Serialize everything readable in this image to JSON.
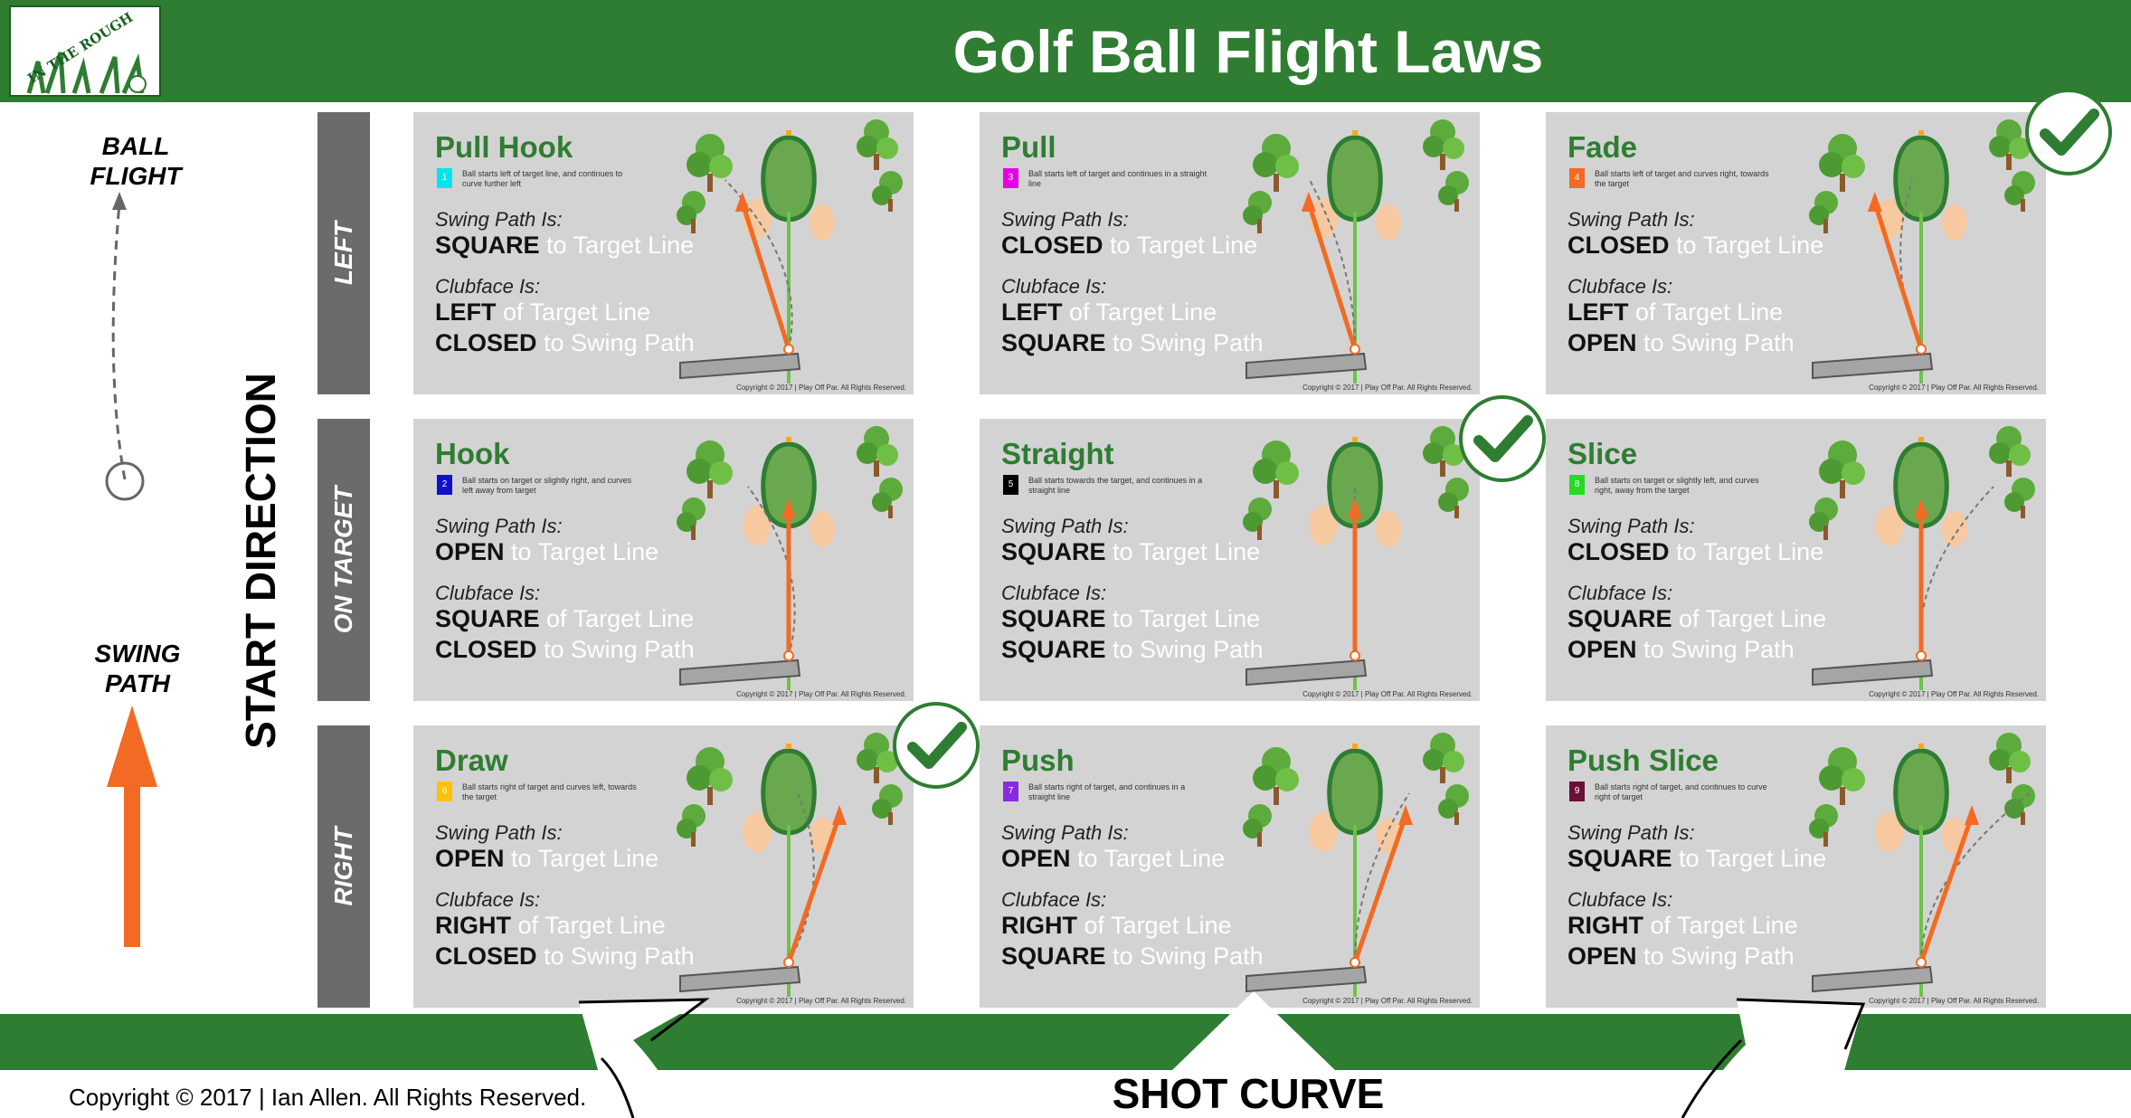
{
  "header": {
    "title": "Golf Ball Flight Laws",
    "logo_text": "IN THE ROUGH"
  },
  "legend": {
    "ball_flight": [
      "BALL",
      "FLIGHT"
    ],
    "swing_path": [
      "SWING",
      "PATH"
    ]
  },
  "axis": {
    "start_direction": "START DIRECTION",
    "shot_curve": "SHOT CURVE",
    "rows": [
      "LEFT",
      "ON TARGET",
      "RIGHT"
    ]
  },
  "labels": {
    "swing_path_is": "Swing Path Is:",
    "clubface_is": "Clubface Is:",
    "card_copyright": "Copyright © 2017 | Play Off Par. All Rights Reserved."
  },
  "colors": {
    "brand_green": "#2e7d32",
    "swing_arrow": "#f26a23",
    "row_label_bg": "#6b6b6b",
    "card_bg": "#d3d3d3"
  },
  "cards": [
    {
      "title": "Pull Hook",
      "num": "1",
      "color": "#00e5ee",
      "desc": "Ball starts left of target line, and continues to curve further left",
      "sp_key": "SQUARE",
      "sp_rest": "to Target Line",
      "cf1_key": "LEFT",
      "cf1_rest": "of Target Line",
      "cf2_key": "CLOSED",
      "cf2_rest": "to Swing Path",
      "check": false
    },
    {
      "title": "Pull",
      "num": "3",
      "color": "#e600e6",
      "desc": "Ball starts left of target and continues in a straight line",
      "sp_key": "CLOSED",
      "sp_rest": "to Target Line",
      "cf1_key": "LEFT",
      "cf1_rest": "of Target Line",
      "cf2_key": "SQUARE",
      "cf2_rest": "to Swing Path",
      "check": false
    },
    {
      "title": "Fade",
      "num": "4",
      "color": "#f26a23",
      "desc": "Ball starts left of target and curves right, towards the target",
      "sp_key": "CLOSED",
      "sp_rest": "to Target Line",
      "cf1_key": "LEFT",
      "cf1_rest": "of Target Line",
      "cf2_key": "OPEN",
      "cf2_rest": "to Swing Path",
      "check": true
    },
    {
      "title": "Hook",
      "num": "2",
      "color": "#1010cc",
      "desc": "Ball starts on target or slightly right, and curves left away from target",
      "sp_key": "OPEN",
      "sp_rest": "to Target Line",
      "cf1_key": "SQUARE",
      "cf1_rest": "of Target Line",
      "cf2_key": "CLOSED",
      "cf2_rest": "to Swing Path",
      "check": false
    },
    {
      "title": "Straight",
      "num": "5",
      "color": "#000000",
      "desc": "Ball starts towards the target, and continues in a straight line",
      "sp_key": "SQUARE",
      "sp_rest": "to Target Line",
      "cf1_key": "SQUARE",
      "cf1_rest": "to Target Line",
      "cf2_key": "SQUARE",
      "cf2_rest": "to Swing Path",
      "check": true
    },
    {
      "title": "Slice",
      "num": "8",
      "color": "#22dd22",
      "desc": "Ball starts on target or slightly left, and curves right, away from the target",
      "sp_key": "CLOSED",
      "sp_rest": "to Target Line",
      "cf1_key": "SQUARE",
      "cf1_rest": "of Target Line",
      "cf2_key": "OPEN",
      "cf2_rest": "to Swing Path",
      "check": false
    },
    {
      "title": "Draw",
      "num": "6",
      "color": "#ffc107",
      "desc": "Ball starts right of target and curves left, towards the target",
      "sp_key": "OPEN",
      "sp_rest": "to Target Line",
      "cf1_key": "RIGHT",
      "cf1_rest": "of Target Line",
      "cf2_key": "CLOSED",
      "cf2_rest": "to Swing Path",
      "check": true
    },
    {
      "title": "Push",
      "num": "7",
      "color": "#8a2be2",
      "desc": "Ball starts right of target, and continues in a straight line",
      "sp_key": "OPEN",
      "sp_rest": "to Target Line",
      "cf1_key": "RIGHT",
      "cf1_rest": "of Target Line",
      "cf2_key": "SQUARE",
      "cf2_rest": "to Swing Path",
      "check": false
    },
    {
      "title": "Push Slice",
      "num": "9",
      "color": "#6b0f3a",
      "desc": "Ball starts right of target, and continues to curve right of target",
      "sp_key": "SQUARE",
      "sp_rest": "to Target Line",
      "cf1_key": "RIGHT",
      "cf1_rest": "of Target Line",
      "cf2_key": "OPEN",
      "cf2_rest": "to Swing Path",
      "check": false
    }
  ],
  "footer": {
    "copyright": "Copyright © 2017 | Ian Allen. All Rights Reserved."
  }
}
